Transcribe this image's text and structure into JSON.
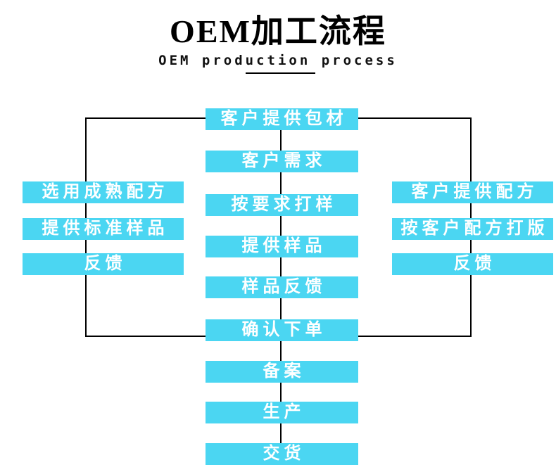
{
  "header": {
    "title": "OEM加工流程",
    "subtitle": "OEM production process"
  },
  "flow": {
    "center": [
      "客户提供包材",
      "客户需求",
      "按要求打样",
      "提供样品",
      "样品反馈",
      "确认下单",
      "备案",
      "生产",
      "交货"
    ],
    "left": [
      "选用成熟配方",
      "提供标准样品",
      "反馈"
    ],
    "right": [
      "客户提供配方",
      "按客户配方打版",
      "反馈"
    ]
  },
  "colors": {
    "box_fill": "#4bd6f2",
    "box_text": "#ffffff",
    "connector_line": "#000000",
    "title_text": "#000000"
  }
}
